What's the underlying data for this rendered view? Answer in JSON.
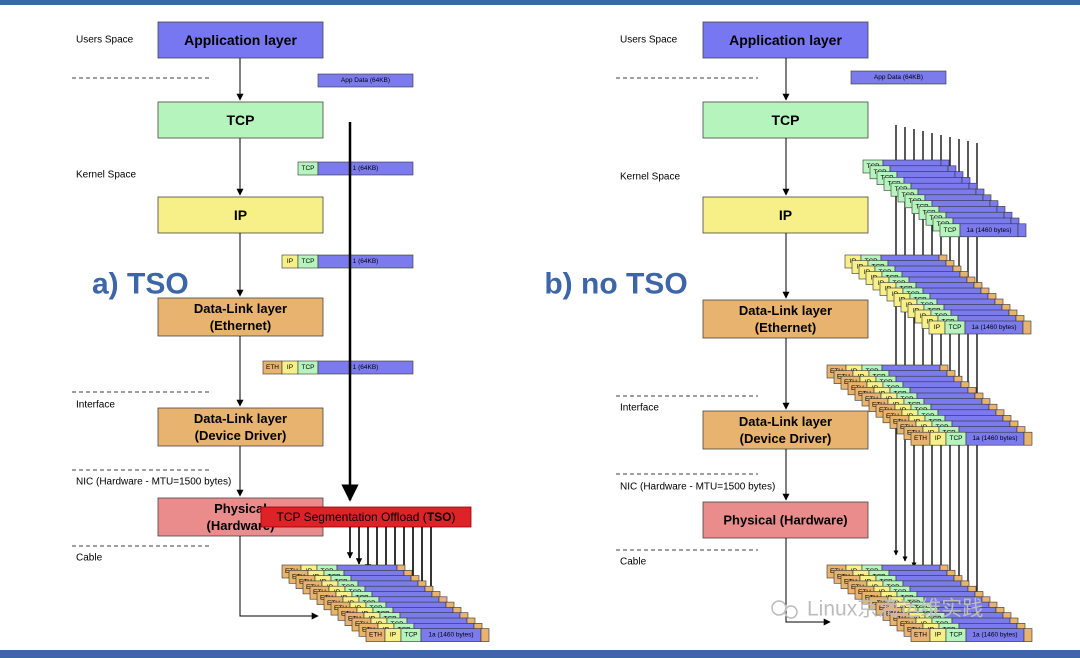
{
  "panels": {
    "left": {
      "title": "a) TSO",
      "regions": [
        "Users Space",
        "Kernel Space",
        "Interface",
        "NIC (Hardware - MTU=1500 bytes)",
        "Cable"
      ],
      "layers": {
        "app": "Application layer",
        "tcp": "TCP",
        "ip": "IP",
        "dl_eth": [
          "Data-Link layer",
          "(Ethernet)"
        ],
        "dl_dd": [
          "Data-Link layer",
          "(Device Driver)"
        ],
        "phys": [
          "Physical",
          "(Hardware)"
        ]
      },
      "offload_label_prefix": "TCP Segmentation Offload (",
      "offload_label_bold": "TSO",
      "offload_label_suffix": ")"
    },
    "right": {
      "title": "b) no TSO",
      "regions": [
        "Users Space",
        "Kernel Space",
        "Interface",
        "NIC (Hardware - MTU=1500 bytes)",
        "Cable"
      ],
      "layers": {
        "app": "Application layer",
        "tcp": "TCP",
        "ip": "IP",
        "dl_eth": [
          "Data-Link layer",
          "(Ethernet)"
        ],
        "dl_dd": [
          "Data-Link layer",
          "(Device Driver)"
        ],
        "phys": "Physical (Hardware)"
      }
    }
  },
  "packets": {
    "app_data": "App Data (64KB)",
    "payload_full": "1 (64KB)",
    "payload_segment": "1a (1460 bytes)",
    "tcp": "TCP",
    "ip": "IP",
    "eth": "ETH"
  },
  "watermark": "Linux京滴运维实践",
  "colors": {
    "application": "#7777f2",
    "tcp": "#b5f5bd",
    "ip": "#f7ef88",
    "datalink": "#e7b36f",
    "physical": "#ea8c8c",
    "tso": "#dd2228",
    "title": "#3d66a8",
    "payload": "#7b7bee",
    "band": "#3d66a8"
  }
}
